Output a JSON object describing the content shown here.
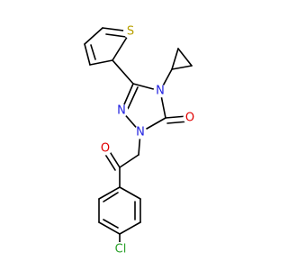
{
  "molecule": {
    "atoms": {
      "sulfur": "S",
      "triazole_n4": "N",
      "triazole_n2": "N",
      "triazole_n1": "N",
      "carbonyl_o_ring": "O",
      "ketone_o": "O",
      "chlorine": "Cl"
    },
    "colors": {
      "bond": "#000000",
      "sulfur": "#b8a000",
      "nitrogen": "#1f1fe0",
      "oxygen": "#e00000",
      "chlorine": "#2aa12a"
    }
  }
}
